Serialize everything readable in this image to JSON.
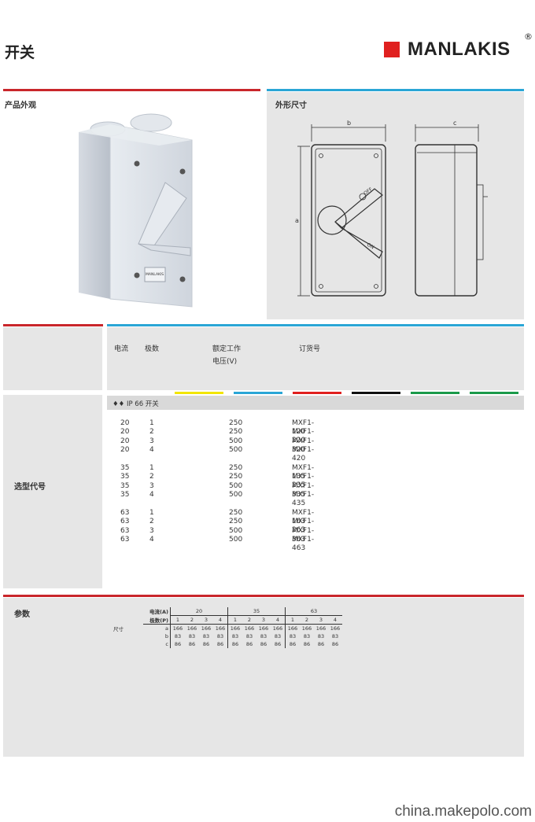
{
  "page_title": "开关",
  "brand": {
    "name": "MANLAKIS",
    "reg": "®",
    "color": "#e0201f"
  },
  "appearance": {
    "label": "产品外观",
    "device_label": "MANLAKIS"
  },
  "dimensions": {
    "label": "外形尺寸",
    "b": "b",
    "c": "c",
    "a": "a",
    "off": "OFF",
    "on": "ON"
  },
  "selection": {
    "label": "选型代号",
    "headers": {
      "current": "电流",
      "poles": "极数",
      "voltage_line1": "额定工作",
      "voltage_line2": "电压(V)",
      "order": "订货号"
    },
    "color_bars": [
      "#f2e500",
      "#2aa6d6",
      "#e0201f",
      "#111111",
      "#1a9a4a",
      "#1a9a4a"
    ],
    "group_label": "IP 66 开关",
    "rows": [
      {
        "current": "20",
        "poles": "1",
        "voltage": "250",
        "order": "MXF1-120"
      },
      {
        "current": "20",
        "poles": "2",
        "voltage": "250",
        "order": "MXF1-220"
      },
      {
        "current": "20",
        "poles": "3",
        "voltage": "500",
        "order": "MXF1-320"
      },
      {
        "current": "20",
        "poles": "4",
        "voltage": "500",
        "order": "MXF1-420"
      },
      {
        "current": "35",
        "poles": "1",
        "voltage": "250",
        "order": "MXF1-135"
      },
      {
        "current": "35",
        "poles": "2",
        "voltage": "250",
        "order": "MXF1-235"
      },
      {
        "current": "35",
        "poles": "3",
        "voltage": "500",
        "order": "MXF1-335"
      },
      {
        "current": "35",
        "poles": "4",
        "voltage": "500",
        "order": "MXF1-435"
      },
      {
        "current": "63",
        "poles": "1",
        "voltage": "250",
        "order": "MXF1-163"
      },
      {
        "current": "63",
        "poles": "2",
        "voltage": "250",
        "order": "MXF1-263"
      },
      {
        "current": "63",
        "poles": "3",
        "voltage": "500",
        "order": "MXF1-363"
      },
      {
        "current": "63",
        "poles": "4",
        "voltage": "500",
        "order": "MXF1-463"
      }
    ]
  },
  "params": {
    "label": "参数",
    "current_label": "电流(A)",
    "poles_label": "极数(P)",
    "size_label": "尺寸",
    "currents": [
      "20",
      "35",
      "63"
    ],
    "poles": [
      "1",
      "2",
      "3",
      "4"
    ],
    "rows": [
      {
        "name": "a",
        "values": [
          "166",
          "166",
          "166",
          "166",
          "166",
          "166",
          "166",
          "166",
          "166",
          "166",
          "166",
          "166"
        ]
      },
      {
        "name": "b",
        "values": [
          "83",
          "83",
          "83",
          "83",
          "83",
          "83",
          "83",
          "83",
          "83",
          "83",
          "83",
          "83"
        ]
      },
      {
        "name": "c",
        "values": [
          "86",
          "86",
          "86",
          "86",
          "86",
          "86",
          "86",
          "86",
          "86",
          "86",
          "86",
          "86"
        ]
      }
    ]
  },
  "footer": "china.makepolo.com"
}
